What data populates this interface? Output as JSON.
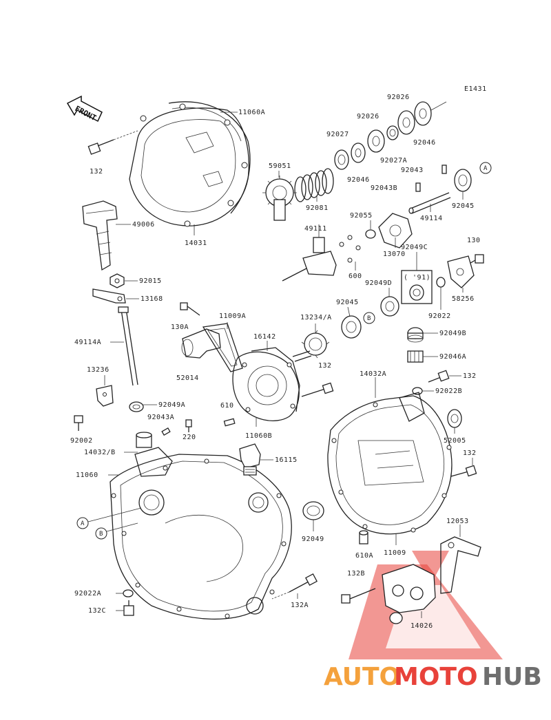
{
  "diagram_code": "E1431",
  "front_label": "FRONT",
  "labels": {
    "l11060A": "11060A",
    "l132a": "132",
    "l49006": "49006",
    "l14031": "14031",
    "l92015": "92015",
    "l13168": "13168",
    "l49114A": "49114A",
    "l13236": "13236",
    "l92049A": "92049A",
    "l92043A": "92043A",
    "l220": "220",
    "l92002": "92002",
    "l14032B": "14032/B",
    "l11060": "11060",
    "l16115": "16115",
    "l92049": "92049",
    "l92022A": "92022A",
    "l132C": "132C",
    "l132A": "132A",
    "l130A": "130A",
    "l11009A": "11009A",
    "l16142": "16142",
    "l52014": "52014",
    "l610": "610",
    "l11060B": "11060B",
    "l13234A": "13234/A",
    "l132b": "132",
    "l92045b": "92045",
    "l49111": "49111",
    "l600": "600",
    "l92055": "92055",
    "l13070": "13070",
    "l92049D": "92049D",
    "l92049C": "92049C",
    "l91": "( '91)",
    "l92022": "92022",
    "l130": "130",
    "l58256": "58256",
    "l59051": "59051",
    "l92081": "92081",
    "l92027": "92027",
    "l92026a": "92026",
    "l92026b": "92026",
    "l92046a": "92046",
    "l92027A": "92027A",
    "l92046b": "92046",
    "l92043": "92043",
    "l92043B": "92043B",
    "l92045": "92045",
    "l49114": "49114",
    "l92049B": "92049B",
    "l92046A": "92046A",
    "l14032A": "14032A",
    "l132c": "132",
    "l92022B": "92022B",
    "l52005": "52005",
    "l132d": "132",
    "l610A": "610A",
    "l11009": "11009",
    "l12053": "12053",
    "l132B": "132B",
    "l14026": "14026"
  },
  "callouts": {
    "a": "A",
    "b": "B"
  },
  "watermark": {
    "part1": "AUTO",
    "part2": "MOTO",
    "part3": "HUB"
  },
  "colors": {
    "watermark_red": "#e8423a",
    "watermark_orange": "#f4a13c",
    "watermark_gray": "#6e6e6e",
    "line": "#222222"
  }
}
